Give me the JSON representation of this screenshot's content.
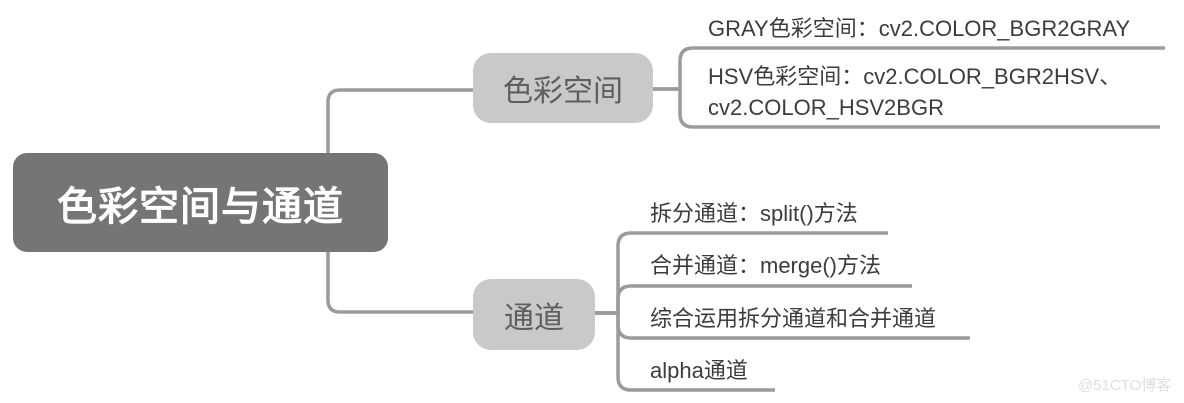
{
  "root": {
    "label": "色彩空间与通道"
  },
  "branches": [
    {
      "label": "色彩空间",
      "children": [
        {
          "text": "GRAY色彩空间：cv2.COLOR_BGR2GRAY",
          "lines": [
            "GRAY色彩空间：cv2.COLOR_BGR2GRAY"
          ]
        },
        {
          "text": "HSV色彩空间：cv2.COLOR_BGR2HSV、cv2.COLOR_HSV2BGR",
          "lines": [
            "HSV色彩空间：cv2.COLOR_BGR2HSV、",
            "cv2.COLOR_HSV2BGR"
          ]
        }
      ]
    },
    {
      "label": "通道",
      "children": [
        {
          "text": "拆分通道：split()方法",
          "lines": [
            "拆分通道：split()方法"
          ]
        },
        {
          "text": "合并通道：merge()方法",
          "lines": [
            "合并通道：merge()方法"
          ]
        },
        {
          "text": "综合运用拆分通道和合并通道",
          "lines": [
            "综合运用拆分通道和合并通道"
          ]
        },
        {
          "text": "alpha通道",
          "lines": [
            "alpha通道"
          ]
        }
      ]
    }
  ],
  "watermark": "@51CTO博客",
  "colors": {
    "background": "#ffffff",
    "root_fill": "#757575",
    "root_text": "#ffffff",
    "branch_fill": "#c9c9c9",
    "branch_text": "#5e5e5e",
    "child_text": "#3c3c3c",
    "connector": "#9b9b9b",
    "watermark": "#dedede"
  }
}
